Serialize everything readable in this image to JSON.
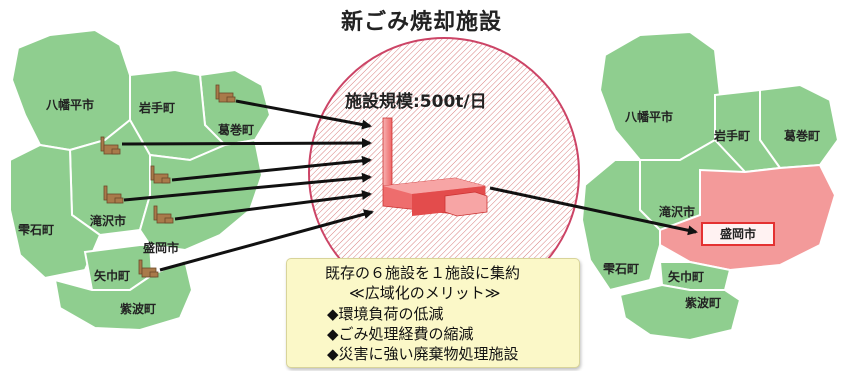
{
  "title": "新ごみ焼却施設",
  "facility": {
    "scale_label": "施設規模:500t/日"
  },
  "left_map": {
    "municipalities": {
      "hachimantai": "八幡平市",
      "iwate": "岩手町",
      "kuzumaki": "葛巻町",
      "takizawa": "滝沢市",
      "shizukuishi": "雫石町",
      "morioka": "盛岡市",
      "yahaba": "矢巾町",
      "shiwa": "紫波町"
    }
  },
  "right_map": {
    "municipalities": {
      "hachimantai": "八幡平市",
      "iwate": "岩手町",
      "kuzumaki": "葛巻町",
      "takizawa": "滝沢市",
      "shizukuishi": "雫石町",
      "morioka": "盛岡市",
      "yahaba": "矢巾町",
      "shiwa": "紫波町"
    }
  },
  "info": {
    "headline": "既存の６施設を１施設に集約",
    "subhead": "≪広域化のメリット≫",
    "merits": [
      "◆環境負荷の低減",
      "◆ごみ処理経費の縮減",
      "◆災害に強い廃棄物処理施設"
    ]
  },
  "colors": {
    "map_green": "#8fce8f",
    "map_border": "#ffffff",
    "highlight": "#f39a9a",
    "circle_hatch": "#d98080",
    "box_fill": "#fbf8c8"
  }
}
